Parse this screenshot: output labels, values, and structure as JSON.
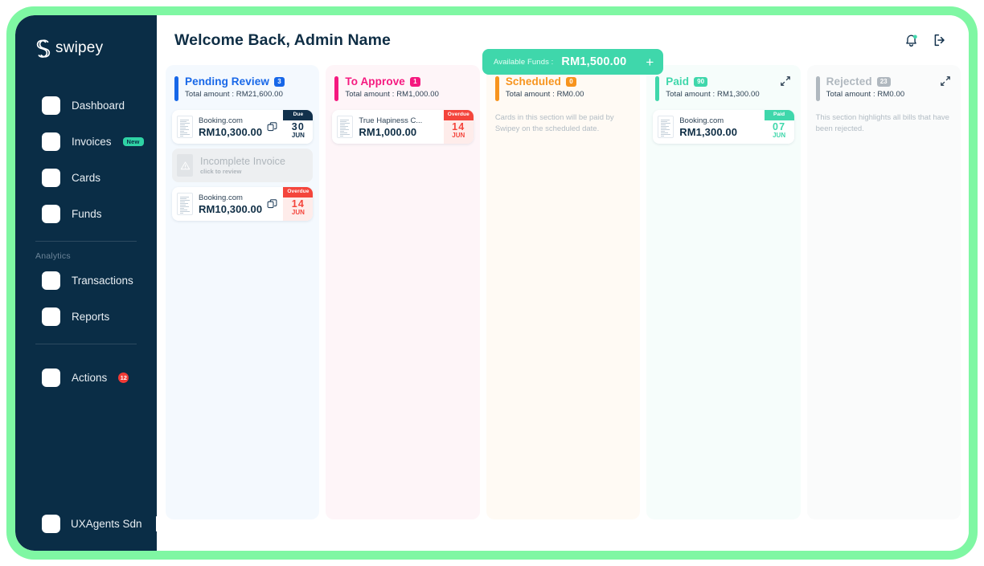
{
  "brand": {
    "name": "swipey",
    "logo_icon": "swipey-logo-icon"
  },
  "sidebar": {
    "items": [
      {
        "label": "Dashboard",
        "icon": "dashboard-icon",
        "key": "dashboard"
      },
      {
        "label": "Invoices",
        "icon": "invoices-icon",
        "key": "invoices",
        "badge": "New",
        "badge_type": "new"
      },
      {
        "label": "Cards",
        "icon": "cards-icon",
        "key": "cards"
      },
      {
        "label": "Funds",
        "icon": "funds-icon",
        "key": "funds"
      }
    ],
    "section_label": "Analytics",
    "analytics_items": [
      {
        "label": "Transactions",
        "icon": "transactions-icon",
        "key": "transactions"
      },
      {
        "label": "Reports",
        "icon": "reports-icon",
        "key": "reports"
      }
    ],
    "actions_item": {
      "label": "Actions",
      "icon": "actions-icon",
      "key": "actions",
      "badge": "12",
      "badge_type": "count"
    },
    "org": {
      "label": "UXAgents Sdn",
      "icon": "org-avatar-icon",
      "toggle_icon": "org-switch-icon"
    }
  },
  "header": {
    "title": "Welcome Back, Admin Name",
    "notification_icon": "bell-icon",
    "logout_icon": "logout-icon"
  },
  "funds": {
    "label": "Available Funds :",
    "amount": "RM1,500.00",
    "add_label": "+",
    "add_icon": "plus-icon",
    "color": "#3fd7ab"
  },
  "colors": {
    "frame_green": "#7ff7a3",
    "sidebar_navy": "#0a2d46",
    "pending_blue": "#1767e8",
    "approve_pink": "#f5197f",
    "scheduled_orange": "#f7941e",
    "paid_teal": "#3fd7ab",
    "rejected_grey": "#b0b8bf",
    "overdue_red": "#f4453c",
    "due_navy": "#12314c"
  },
  "board": {
    "columns": [
      {
        "key": "pending-review",
        "title": "Pending Review",
        "badge": "3",
        "total_label": "Total amount : RM21,600.00",
        "accent": "#1767e8",
        "bg": "#f4f9fe",
        "expandable": false,
        "empty_text": "",
        "cards": [
          {
            "type": "bill",
            "vendor": "Booking.com",
            "amount": "RM10,300.00",
            "copy_icon": "duplicate-icon",
            "status_tag": "Due",
            "day": "30",
            "month": "JUN",
            "tag_bg": "#12314c",
            "chip_bg": "#ffffff",
            "day_color": "#12314c",
            "month_color": "#12314c"
          },
          {
            "type": "incomplete",
            "title": "Incomplete Invoice",
            "subtitle": "click to review",
            "warning_icon": "warning-triangle-icon"
          },
          {
            "type": "bill",
            "vendor": "Booking.com",
            "amount": "RM10,300.00",
            "copy_icon": "duplicate-icon",
            "status_tag": "Overdue",
            "day": "14",
            "month": "JUN",
            "tag_bg": "#f4453c",
            "chip_bg": "#feecea",
            "day_color": "#f4453c",
            "month_color": "#f4453c"
          }
        ]
      },
      {
        "key": "to-approve",
        "title": "To Approve",
        "badge": "1",
        "total_label": "Total amount : RM1,000.00",
        "accent": "#f5197f",
        "bg": "#fef5f8",
        "expandable": false,
        "empty_text": "",
        "cards": [
          {
            "type": "bill",
            "vendor": "True Hapiness C...",
            "amount": "RM1,000.00",
            "copy_icon": "",
            "status_tag": "Overdue",
            "day": "14",
            "month": "JUN",
            "tag_bg": "#f4453c",
            "chip_bg": "#feecea",
            "day_color": "#f4453c",
            "month_color": "#f4453c"
          }
        ]
      },
      {
        "key": "scheduled",
        "title": "Scheduled",
        "badge": "0",
        "total_label": "Total amount : RM0.00",
        "accent": "#f7941e",
        "bg": "#fffaf4",
        "expandable": false,
        "empty_text": "Cards in this section will be paid by Swipey on the scheduled date.",
        "cards": []
      },
      {
        "key": "paid",
        "title": "Paid",
        "badge": "90",
        "total_label": "Total amount : RM1,300.00",
        "accent": "#3fd7ab",
        "bg": "#f6fdfb",
        "expandable": true,
        "expand_icon": "expand-diagonal-icon",
        "empty_text": "",
        "cards": [
          {
            "type": "bill",
            "vendor": "Booking.com",
            "amount": "RM1,300.00",
            "copy_icon": "",
            "status_tag": "Paid",
            "day": "07",
            "month": "JUN",
            "tag_bg": "#3fd7ab",
            "chip_bg": "#ffffff",
            "day_color": "#3fd7ab",
            "month_color": "#3fd7ab"
          }
        ]
      },
      {
        "key": "rejected",
        "title": "Rejected",
        "badge": "23",
        "total_label": "Total amount : RM0.00",
        "accent": "#b0b8bf",
        "bg": "#fafbfb",
        "expandable": true,
        "expand_icon": "expand-diagonal-icon",
        "empty_text": "This section highlights all bills that have been rejected.",
        "cards": []
      }
    ]
  }
}
